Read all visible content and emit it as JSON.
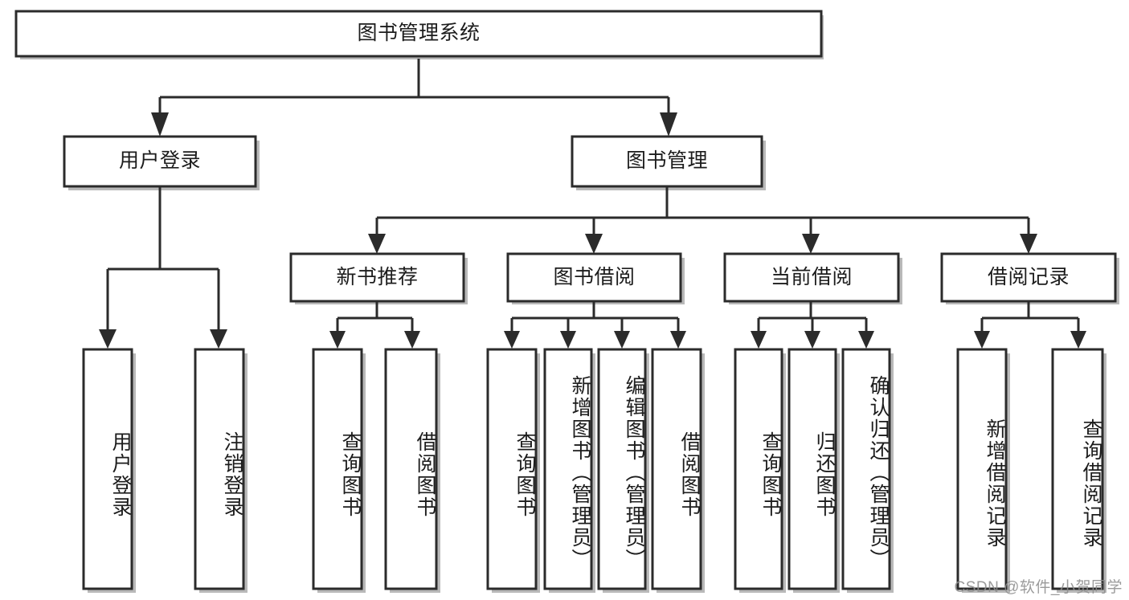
{
  "diagram": {
    "title": "图书管理系统",
    "type": "tree-hierarchy-flowchart",
    "watermark": "CSDN @软件_小贺同学",
    "colors": {
      "box_stroke": "#2b2b2b",
      "box_fill": "#ffffff",
      "connector": "#2b2b2b",
      "shadow": "#b9b9b9",
      "background": "#ffffff",
      "watermark_text": "#8e8e8e"
    },
    "root": {
      "label": "图书管理系统"
    },
    "level1": [
      {
        "label": "用户登录"
      },
      {
        "label": "图书管理"
      }
    ],
    "level2": [
      {
        "label": "新书推荐"
      },
      {
        "label": "图书借阅"
      },
      {
        "label": "当前借阅"
      },
      {
        "label": "借阅记录"
      }
    ],
    "leaves": {
      "user_login": [
        {
          "label": "用户登录"
        },
        {
          "label": "注销登录"
        }
      ],
      "new_book_recommend": [
        {
          "label": "查询图书"
        },
        {
          "label": "借阅图书"
        }
      ],
      "book_borrow": [
        {
          "label": "查询图书"
        },
        {
          "label": "新增图书（管理员）"
        },
        {
          "label": "编辑图书（管理员）"
        },
        {
          "label": "借阅图书"
        }
      ],
      "current_borrow": [
        {
          "label": "查询图书"
        },
        {
          "label": "归还图书"
        },
        {
          "label": "确认归还（管理员）"
        }
      ],
      "borrow_record": [
        {
          "label": "新增借阅记录"
        },
        {
          "label": "查询借阅记录"
        }
      ]
    }
  }
}
